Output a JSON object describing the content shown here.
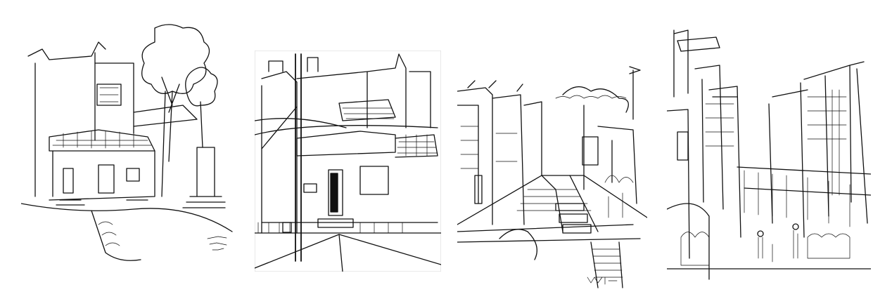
{
  "colors": {
    "background": "#ffffff",
    "ink": "#111111"
  },
  "panels": [
    {
      "id": "sketch-1"
    },
    {
      "id": "sketch-2"
    },
    {
      "id": "sketch-3"
    },
    {
      "id": "sketch-4"
    }
  ]
}
